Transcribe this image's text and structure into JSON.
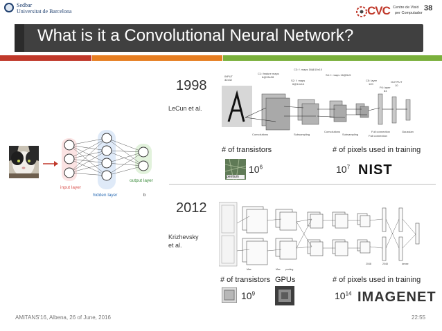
{
  "header": {
    "university_line1": "Universitat de Barcelona",
    "university_line0": "Sedbar",
    "cvc_text": "CVC",
    "cvc_sub1": "Centre de Visió",
    "cvc_sub2": "per Computador",
    "slide_number": "38"
  },
  "title": "What is it a Convolutional Neural Network?",
  "colors": {
    "title_bg": "#404040",
    "stripe_red": "#c0392b",
    "stripe_orange": "#e67e22",
    "stripe_green": "#7ab03c"
  },
  "left_diagram": {
    "input_label": "input layer",
    "hidden_label": "hidden layer",
    "output_label": "output layer",
    "b_label": "b"
  },
  "panel_1998": {
    "year": "1998",
    "author": "LeCun et al.",
    "fig_labels": [
      "INPUT 32x32",
      "C1: feature maps 6@28x28",
      "S2: f. maps 6@14x14",
      "C3: f. maps 16@10x10",
      "S4: f. maps 16@5x5",
      "C5: layer 120",
      "F6: layer 84",
      "OUTPUT 10",
      "Convolutions",
      "Subsampling",
      "Convolutions",
      "Subsampling",
      "Full connection",
      "Full connection",
      "Gaussian"
    ],
    "transistors_label": "# of transistors",
    "transistors_base": "10",
    "transistors_exp": "6",
    "chip_label": "pentium",
    "pixels_label": "# of pixels used in training",
    "pixels_base": "10",
    "pixels_exp": "7",
    "dataset": "NIST"
  },
  "panel_2012": {
    "year": "2012",
    "author_line1": "Krizhevsky",
    "author_line2": "et al.",
    "transistors_label": "# of transistors",
    "gpus_label": "GPUs",
    "transistors_base": "10",
    "transistors_exp": "9",
    "pixels_label": "# of pixels used in training",
    "pixels_base": "10",
    "pixels_exp": "14",
    "dataset": "IMAGENET"
  },
  "footer": {
    "left": "AMiTANS'16, Albena, 26 of June, 2016",
    "right": "22:55"
  }
}
